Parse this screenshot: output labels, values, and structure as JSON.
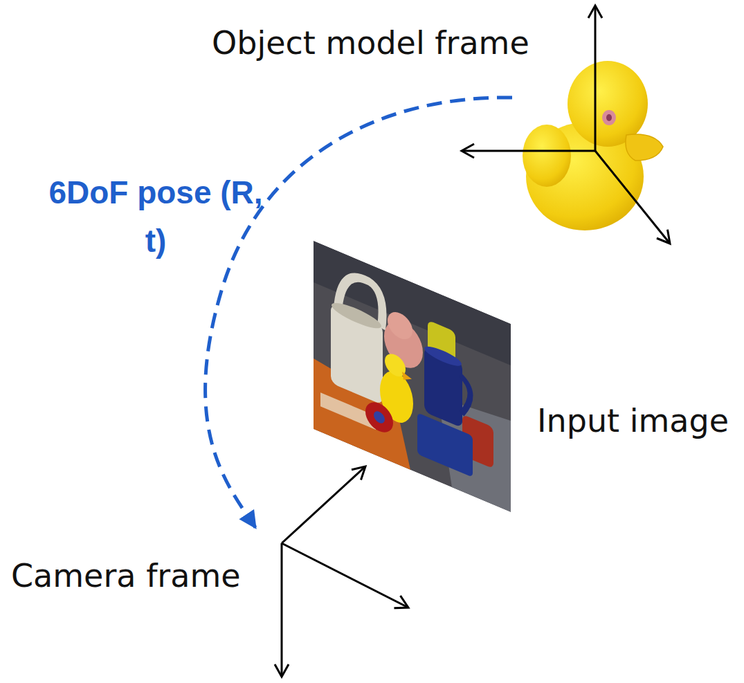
{
  "diagram": {
    "nodes": [
      {
        "text": [
          "Object model frame"
        ]
      },
      {
        "text": [
          "Input image"
        ]
      },
      {
        "text": [
          "Camera frame"
        ]
      }
    ],
    "edges": [
      {
        "from": 0,
        "to": 2,
        "arrow": "to",
        "label": "6DoF pose (R, t)"
      }
    ]
  }
}
